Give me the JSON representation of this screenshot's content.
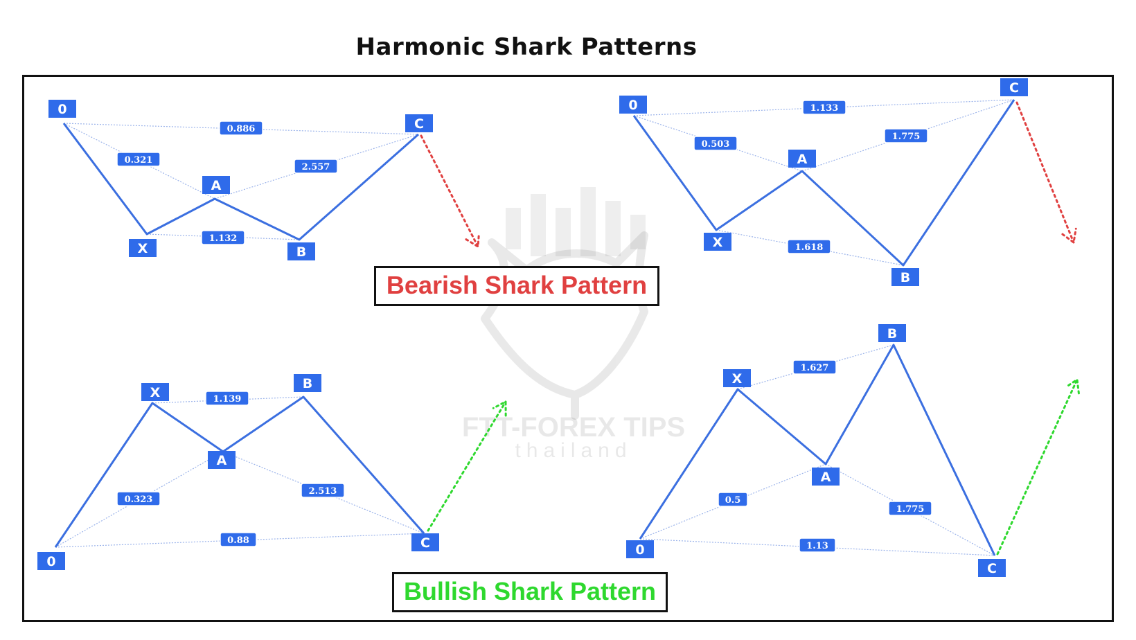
{
  "title": "Harmonic Shark Patterns",
  "colors": {
    "node": "#2f6bea",
    "leg": "#3b6fe0",
    "guide": "#9bb3ea",
    "bearish": "#e04040",
    "bullish": "#2ed82e"
  },
  "captions": {
    "bearish": "Bearish Shark Pattern",
    "bullish": "Bullish Shark Pattern"
  },
  "watermark": {
    "brand": "FTT-FOREX TIPS",
    "sub": "thailand"
  },
  "patterns": [
    {
      "id": "bearish-1",
      "direction": "bearish",
      "nodes": [
        "0",
        "X",
        "A",
        "B",
        "C"
      ],
      "ratios": {
        "O_C": "0.886",
        "O_A": "0.321",
        "A_C": "2.557",
        "X_B": "1.132"
      }
    },
    {
      "id": "bearish-2",
      "direction": "bearish",
      "nodes": [
        "0",
        "X",
        "A",
        "B",
        "C"
      ],
      "ratios": {
        "O_C": "1.133",
        "O_A": "0.503",
        "A_C": "1.775",
        "X_B": "1.618"
      }
    },
    {
      "id": "bullish-1",
      "direction": "bullish",
      "nodes": [
        "0",
        "X",
        "A",
        "B",
        "C"
      ],
      "ratios": {
        "X_B": "1.139",
        "O_A": "0.323",
        "A_C": "2.513",
        "O_C": "0.88"
      }
    },
    {
      "id": "bullish-2",
      "direction": "bullish",
      "nodes": [
        "0",
        "X",
        "A",
        "B",
        "C"
      ],
      "ratios": {
        "X_B": "1.627",
        "O_A": "0.5",
        "A_C": "1.775",
        "O_C": "1.13"
      }
    }
  ]
}
